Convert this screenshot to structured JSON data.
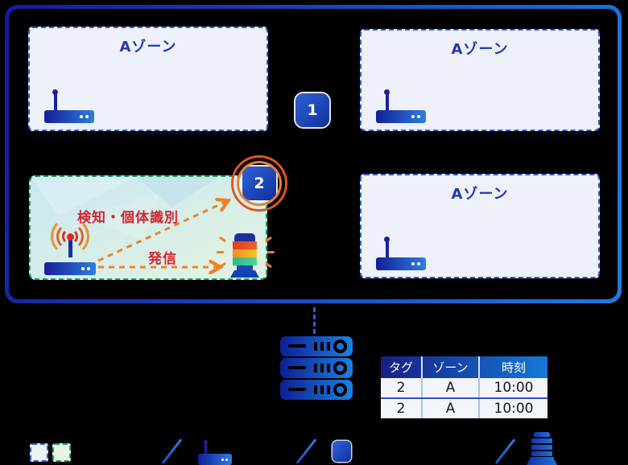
{
  "zones": {
    "top_left": {
      "label": "Aゾーン"
    },
    "top_right": {
      "label": "Aゾーン"
    },
    "bottom_right": {
      "label": "Aゾーン"
    }
  },
  "tags": {
    "tag1": "1",
    "tag2": "2"
  },
  "highlight_zone": {
    "detect_label": "検知・個体識別",
    "emit_label": "発信"
  },
  "table": {
    "headers": [
      "タグ",
      "ゾーン",
      "時刻"
    ],
    "rows": [
      [
        "2",
        "A",
        "10:00"
      ],
      [
        "2",
        "A",
        "10:00"
      ]
    ]
  },
  "icons": [
    "router-icon",
    "active-router-icon",
    "tag-badge-icon",
    "signal-waves-icon",
    "stack-light-icon",
    "server-icon",
    "dashed-connector",
    "legend-zone-swatch",
    "legend-highlight-swatch",
    "legend-slash"
  ],
  "colors": {
    "frame_gradient_start": "#141b9b",
    "frame_gradient_end": "#1b7ce2",
    "zone_background": "#eef1fa",
    "zone_border": "#2b5bd7",
    "zone_title": "#2337b5",
    "highlight_border": "#12a061",
    "arrow_orange": "#f08228",
    "label_red": "#d5242c",
    "badge_gradient_start": "#2e62d9",
    "badge_gradient_end": "#12309a",
    "table_header_start": "#161f86",
    "table_header_end": "#1478d8"
  }
}
